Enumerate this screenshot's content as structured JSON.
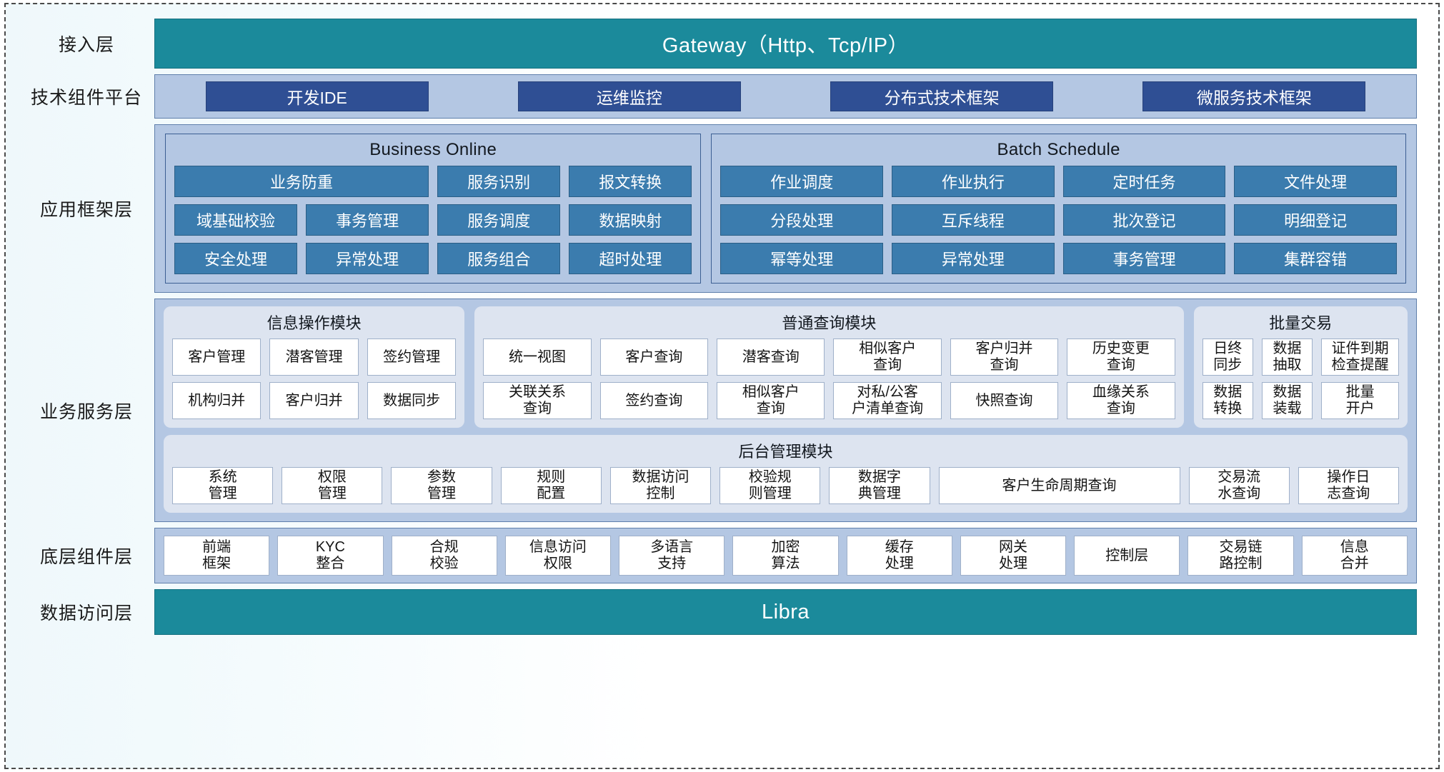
{
  "layers": [
    {
      "label": "接入层",
      "bar": "Gateway（Http、Tcp/IP）"
    },
    {
      "label": "技术组件平台",
      "chips": [
        "开发IDE",
        "运维监控",
        "分布式技术框架",
        "微服务技术框架"
      ]
    },
    {
      "label": "应用框架层",
      "groups": [
        {
          "title": "Business Online",
          "rows": [
            [
              "业务防重",
              "服务识别",
              "报文转换"
            ],
            [
              "域基础校验",
              "事务管理",
              "服务调度",
              "数据映射"
            ],
            [
              "安全处理",
              "异常处理",
              "服务组合",
              "超时处理"
            ]
          ]
        },
        {
          "title": "Batch Schedule",
          "rows": [
            [
              "作业调度",
              "作业执行",
              "定时任务",
              "文件处理"
            ],
            [
              "分段处理",
              "互斥线程",
              "批次登记",
              "明细登记"
            ],
            [
              "幂等处理",
              "异常处理",
              "事务管理",
              "集群容错"
            ]
          ]
        }
      ]
    },
    {
      "label": "业务服务层",
      "modules": [
        {
          "title": "信息操作模块",
          "rows": [
            [
              "客户管理",
              "潜客管理",
              "签约管理"
            ],
            [
              "机构归并",
              "客户归并",
              "数据同步"
            ]
          ]
        },
        {
          "title": "普通查询模块",
          "rows": [
            [
              "统一视图",
              "客户查询",
              "潜客查询",
              "相似客户\n查询",
              "客户归并\n查询",
              "历史变更\n查询"
            ],
            [
              "关联关系\n查询",
              "签约查询",
              "相似客户\n查询",
              "对私/公客\n户清单查询",
              "快照查询",
              "血缘关系\n查询"
            ]
          ]
        },
        {
          "title": "批量交易",
          "rows": [
            [
              "日终\n同步",
              "数据\n抽取",
              "证件到期\n检查提醒"
            ],
            [
              "数据\n转换",
              "数据\n装载",
              "批量\n开户"
            ]
          ]
        }
      ],
      "admin": {
        "title": "后台管理模块",
        "cells": [
          "系统\n管理",
          "权限\n管理",
          "参数\n管理",
          "规则\n配置",
          "数据访问\n控制",
          "校验规\n则管理",
          "数据字\n典管理",
          "客户生命周期查询",
          "交易流\n水查询",
          "操作日\n志查询"
        ]
      }
    },
    {
      "label": "底层组件层",
      "cells": [
        "前端\n框架",
        "KYC\n整合",
        "合规\n校验",
        "信息访问\n权限",
        "多语言\n支持",
        "加密\n算法",
        "缓存\n处理",
        "网关\n处理",
        "控制层",
        "交易链\n路控制",
        "信息\n合并"
      ]
    },
    {
      "label": "数据访问层",
      "bar": "Libra"
    }
  ],
  "colors": {
    "teal": "#1b8a9b",
    "panel_blue": "#b4c7e3",
    "chip_blue": "#2f4f94",
    "cell_blue": "#3b7cae",
    "module_bg": "#dde4f0"
  }
}
